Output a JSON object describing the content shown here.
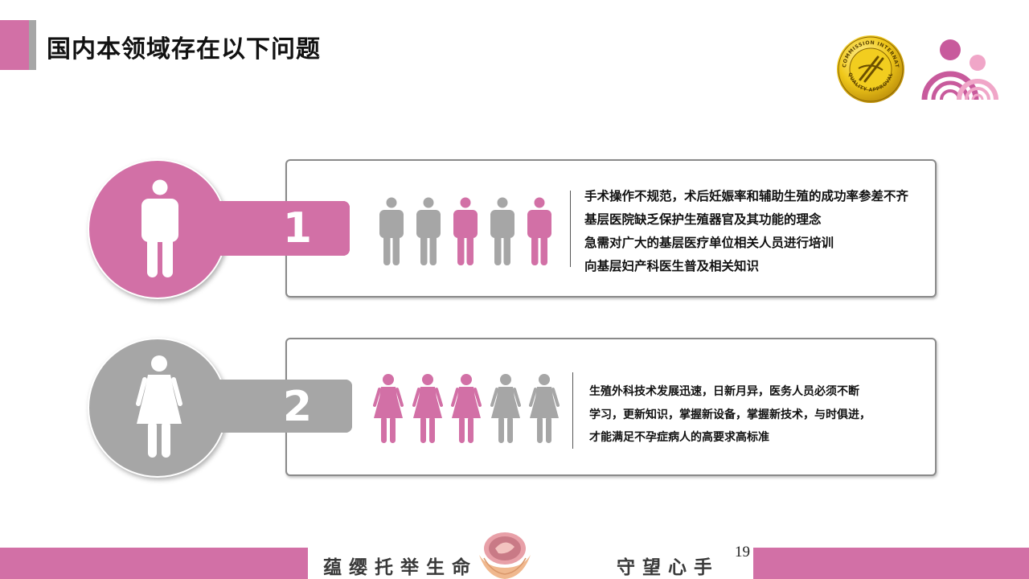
{
  "slide": {
    "title": "国内本领域存在以下问题",
    "page_number": "19"
  },
  "colors": {
    "accent": "#d270a6",
    "gray": "#a6a6a6",
    "border": "#8a8a8a"
  },
  "seal": {
    "top_text": "JOINT COMMISSION INTERNATIONAL",
    "bottom_text": "QUALITY APPROVAL",
    "icon": "jci-seal-icon"
  },
  "logo": {
    "icon": "family-logo-icon"
  },
  "items": [
    {
      "number": "1",
      "badge_icon": "man-icon",
      "badge_color": "#d270a6",
      "people_icon": "man-icon",
      "people_colors": [
        "#a6a6a6",
        "#a6a6a6",
        "#d270a6",
        "#a6a6a6",
        "#d270a6"
      ],
      "lines": [
        "手术操作不规范，术后妊娠率和辅助生殖的成功率参差不齐",
        "基层医院缺乏保护生殖器官及其功能的理念",
        "急需对广大的基层医疗单位相关人员进行培训",
        "向基层妇产科医生普及相关知识"
      ]
    },
    {
      "number": "2",
      "badge_icon": "woman-icon",
      "badge_color": "#a6a6a6",
      "people_icon": "woman-icon",
      "people_colors": [
        "#d270a6",
        "#d270a6",
        "#d270a6",
        "#a6a6a6",
        "#a6a6a6"
      ],
      "lines": [
        "生殖外科技术发展迅速，日新月异，医务人员必须不断",
        "学习，更新知识，掌握新设备，掌握新技术，与时俱进，",
        "才能满足不孕症病人的高要求高标准"
      ]
    }
  ],
  "footer": {
    "slogan_left": "蕴缨托举生命",
    "slogan_right": "守望心手",
    "hands_icon": "hands-holding-fetus-icon"
  }
}
